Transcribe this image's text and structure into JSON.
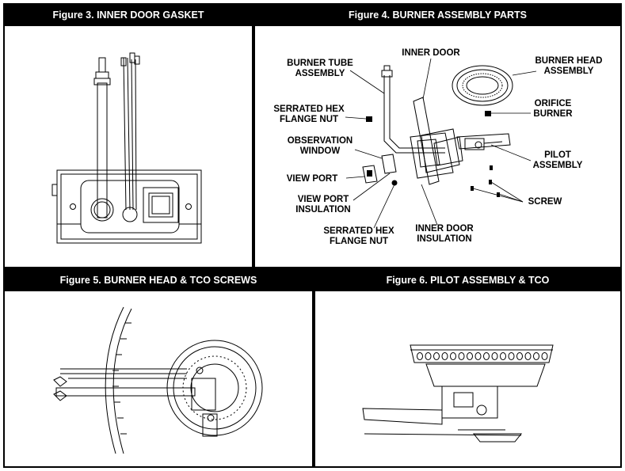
{
  "figures": [
    {
      "title": "Figure 3. INNER DOOR GASKET"
    },
    {
      "title": "Figure 4. BURNER ASSEMBLY PARTS",
      "labels": {
        "burner_tube_line1": "BURNER TUBE",
        "burner_tube_line2": "ASSEMBLY",
        "inner_door": "INNER DOOR",
        "burner_head_line1": "BURNER HEAD",
        "burner_head_line2": "ASSEMBLY",
        "serrated_top_line1": "SERRATED HEX",
        "serrated_top_line2": "FLANGE NUT",
        "orifice_line1": "ORIFICE",
        "orifice_line2": "BURNER",
        "observation_line1": "OBSERVATION",
        "observation_line2": "WINDOW",
        "pilot_line1": "PILOT",
        "pilot_line2": "ASSEMBLY",
        "view_port": "VIEW PORT",
        "screw": "SCREW",
        "view_port_ins_line1": "VIEW PORT",
        "view_port_ins_line2": "INSULATION",
        "serrated_bottom_line1": "SERRATED HEX",
        "serrated_bottom_line2": "FLANGE NUT",
        "inner_door_ins_line1": "INNER DOOR",
        "inner_door_ins_line2": "INSULATION"
      }
    },
    {
      "title": "Figure 5. BURNER HEAD & TCO SCREWS"
    },
    {
      "title": "Figure 6. PILOT ASSEMBLY & TCO"
    }
  ]
}
